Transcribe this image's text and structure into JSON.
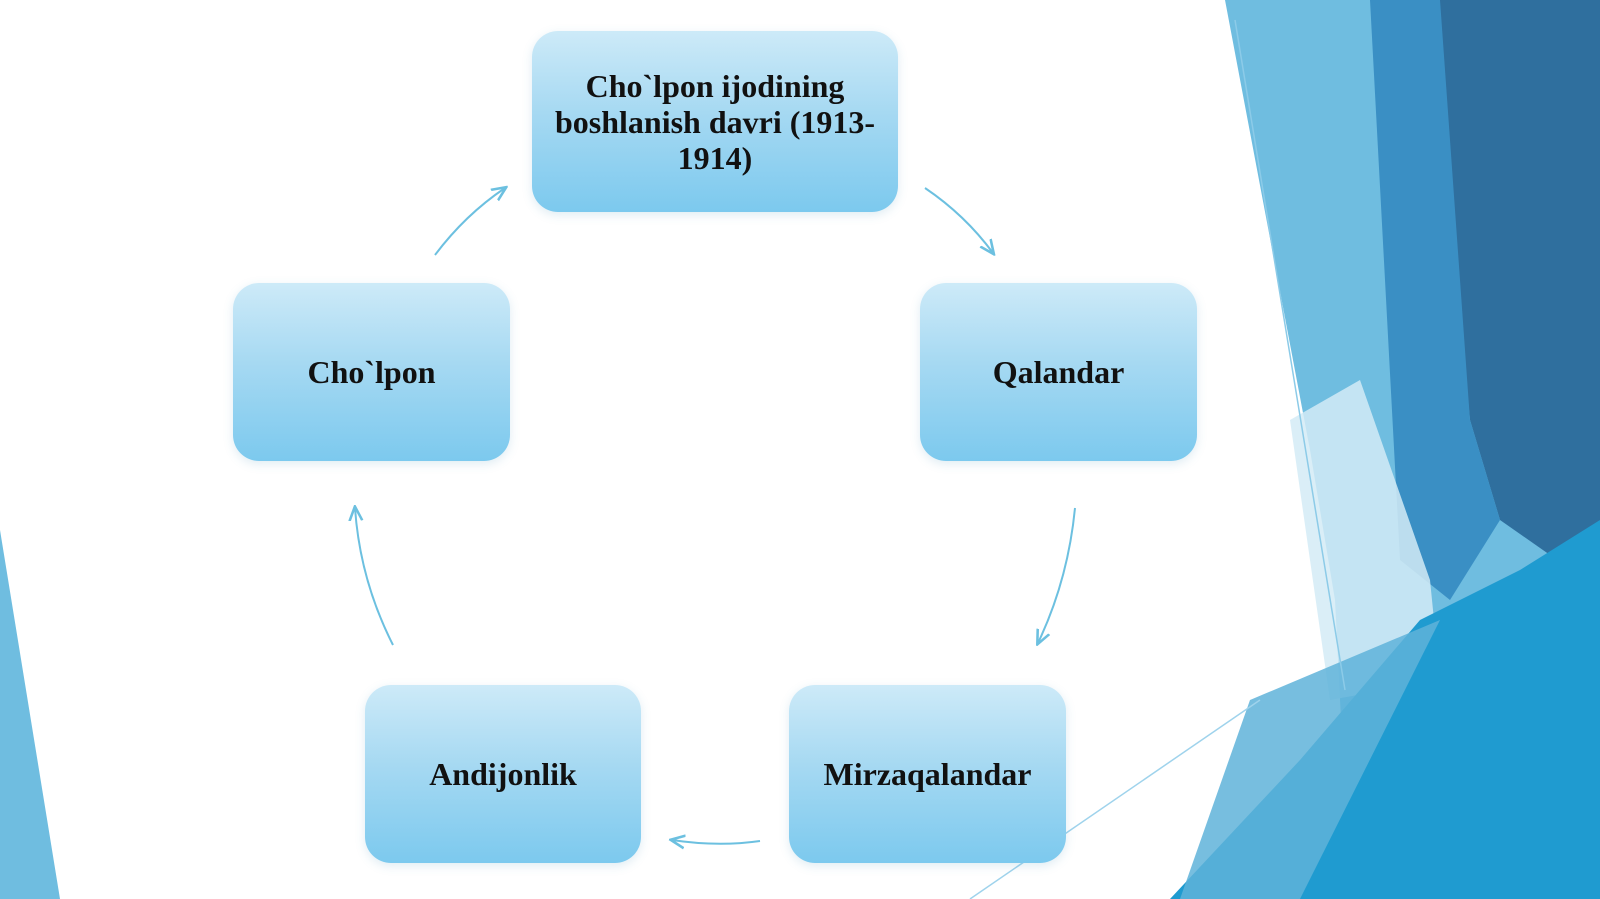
{
  "diagram": {
    "type": "cycle",
    "nodes": [
      {
        "id": "node-1",
        "label": "Cho`lpon ijodining boshlanish davri (1913-1914)"
      },
      {
        "id": "node-2",
        "label": "Qalandar"
      },
      {
        "id": "node-3",
        "label": "Mirzaqalandar"
      },
      {
        "id": "node-4",
        "label": "Andijonlik"
      },
      {
        "id": "node-5",
        "label": "Cho`lpon"
      }
    ],
    "edges": [
      {
        "from": "node-1",
        "to": "node-2"
      },
      {
        "from": "node-2",
        "to": "node-3"
      },
      {
        "from": "node-3",
        "to": "node-4"
      },
      {
        "from": "node-4",
        "to": "node-5"
      },
      {
        "from": "node-5",
        "to": "node-1"
      }
    ]
  },
  "colors": {
    "node_top": "#cdeaf8",
    "node_bottom": "#7cc9ee",
    "arrow": "#6cc0e0",
    "accent_dark": "#2f6f9e",
    "accent_mid": "#3a8fc4",
    "accent_light": "#6fbde0",
    "accent_bright": "#1f9bd0"
  }
}
